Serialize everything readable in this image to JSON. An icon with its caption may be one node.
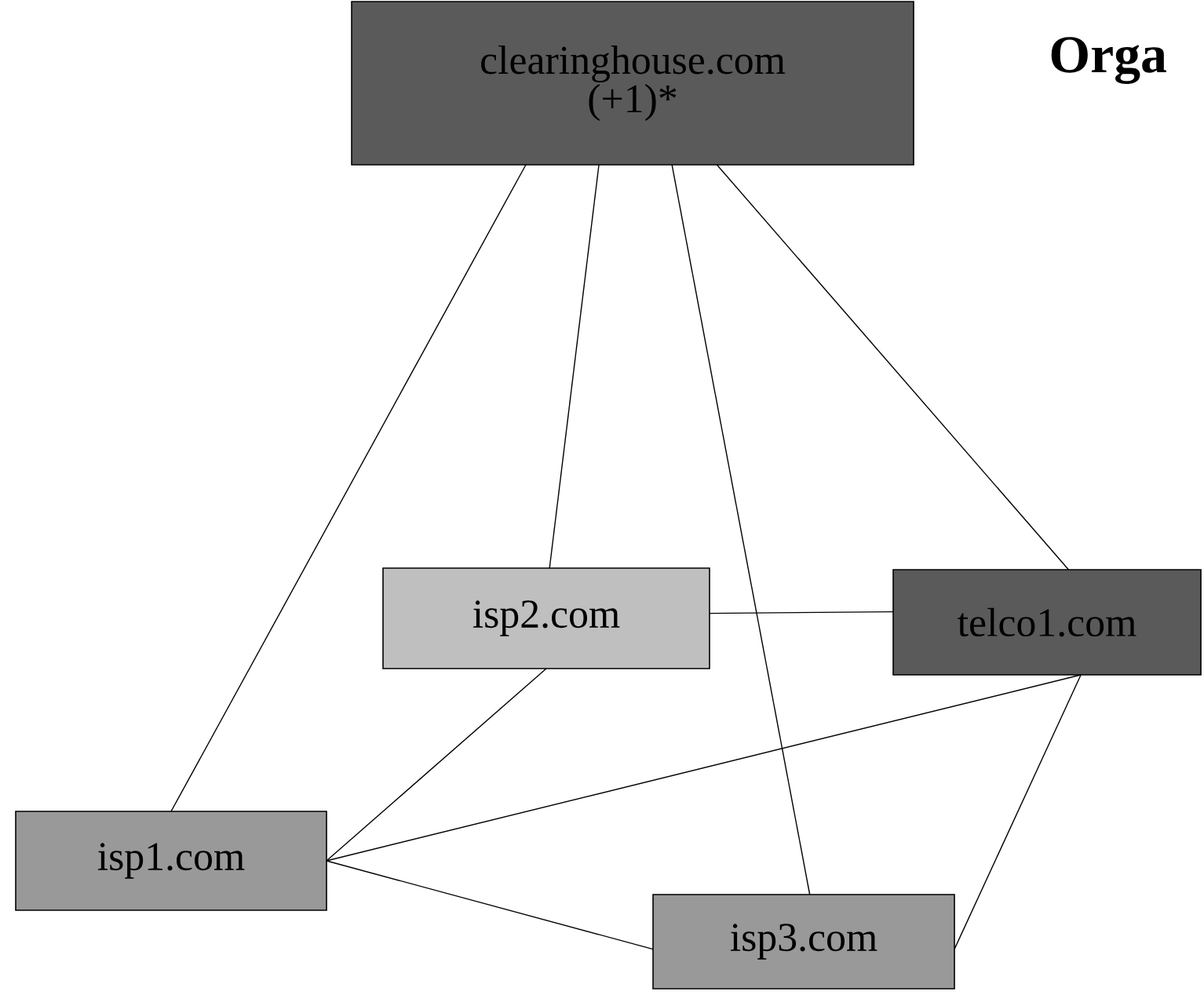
{
  "diagram": {
    "title": "Orga",
    "nodes": [
      {
        "text": [
          "clearinghouse.com (+1)*"
        ]
      },
      {
        "text": [
          "isp2.com"
        ]
      },
      {
        "text": [
          "telco1.com"
        ]
      },
      {
        "text": [
          "isp1.com"
        ]
      },
      {
        "text": [
          "isp3.com"
        ]
      }
    ],
    "edges": [
      {
        "from": 0,
        "to": 3,
        "arrow": "none"
      },
      {
        "from": 0,
        "to": 1,
        "arrow": "none"
      },
      {
        "from": 0,
        "to": 4,
        "arrow": "none"
      },
      {
        "from": 0,
        "to": 2,
        "arrow": "none"
      },
      {
        "from": 1,
        "to": 2,
        "arrow": "none"
      },
      {
        "from": 1,
        "to": 3,
        "arrow": "none"
      },
      {
        "from": 3,
        "to": 2,
        "arrow": "none"
      },
      {
        "from": 3,
        "to": 4,
        "arrow": "none"
      },
      {
        "from": 2,
        "to": 4,
        "arrow": "none"
      }
    ]
  }
}
